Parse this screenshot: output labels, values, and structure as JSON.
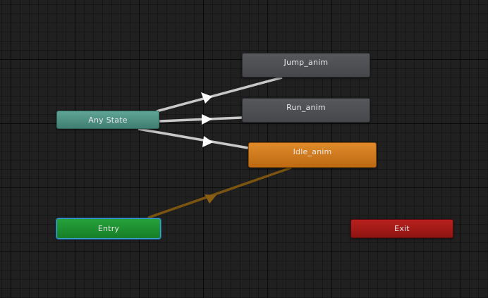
{
  "graph": {
    "states": {
      "any_state": "Any State",
      "jump": "Jump_anim",
      "run": "Run_anim",
      "idle": "Idle_anim",
      "entry": "Entry",
      "exit": "Exit"
    },
    "colors": {
      "any_state": "#4f9386",
      "default_state": "#4d4f53",
      "idle_default": "#cf7a1e",
      "entry": "#1f9131",
      "exit": "#a81b18",
      "transition": "#c8c8c8",
      "default_transition": "#7a5410"
    },
    "transitions": [
      {
        "from": "Any State",
        "to": "Jump_anim"
      },
      {
        "from": "Any State",
        "to": "Run_anim"
      },
      {
        "from": "Any State",
        "to": "Idle_anim"
      },
      {
        "from": "Entry",
        "to": "Idle_anim"
      }
    ]
  }
}
